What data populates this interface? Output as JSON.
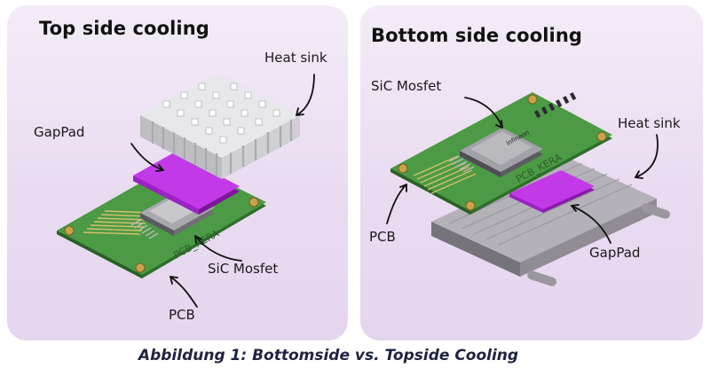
{
  "left_panel": {
    "title": "Top side cooling",
    "labels": {
      "heat_sink": "Heat sink",
      "gappad": "GapPad",
      "sic_mosfet": "SiC Mosfet",
      "pcb": "PCB"
    },
    "board_print": "PCB_KERA"
  },
  "right_panel": {
    "title": "Bottom side cooling",
    "labels": {
      "sic_mosfet": "SiC Mosfet",
      "heat_sink": "Heat sink",
      "pcb": "PCB",
      "gappad": "GapPad"
    },
    "board_print": "PCB_KERA",
    "chip_logo": "infineon"
  },
  "caption": "Abbildung 1: Bottomside vs. Topside Cooling",
  "colors": {
    "panel_bg": "#ece0f3",
    "pcb_green": "#3f8a3a",
    "gappad_purple": "#b42ae0",
    "heatsink_silver": "#d9d9dc",
    "coldplate_grey": "#8c8a90"
  }
}
